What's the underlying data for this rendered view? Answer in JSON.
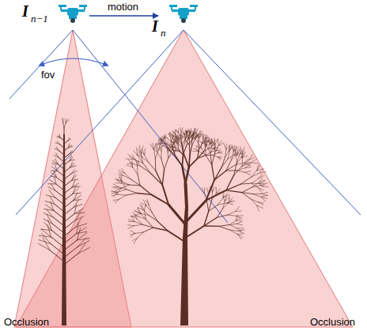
{
  "diagram": {
    "labels": [
      "I",
      "n−1",
      "motion",
      "fov",
      "I",
      "n",
      "Occlusion",
      "Occlusion"
    ]
  }
}
